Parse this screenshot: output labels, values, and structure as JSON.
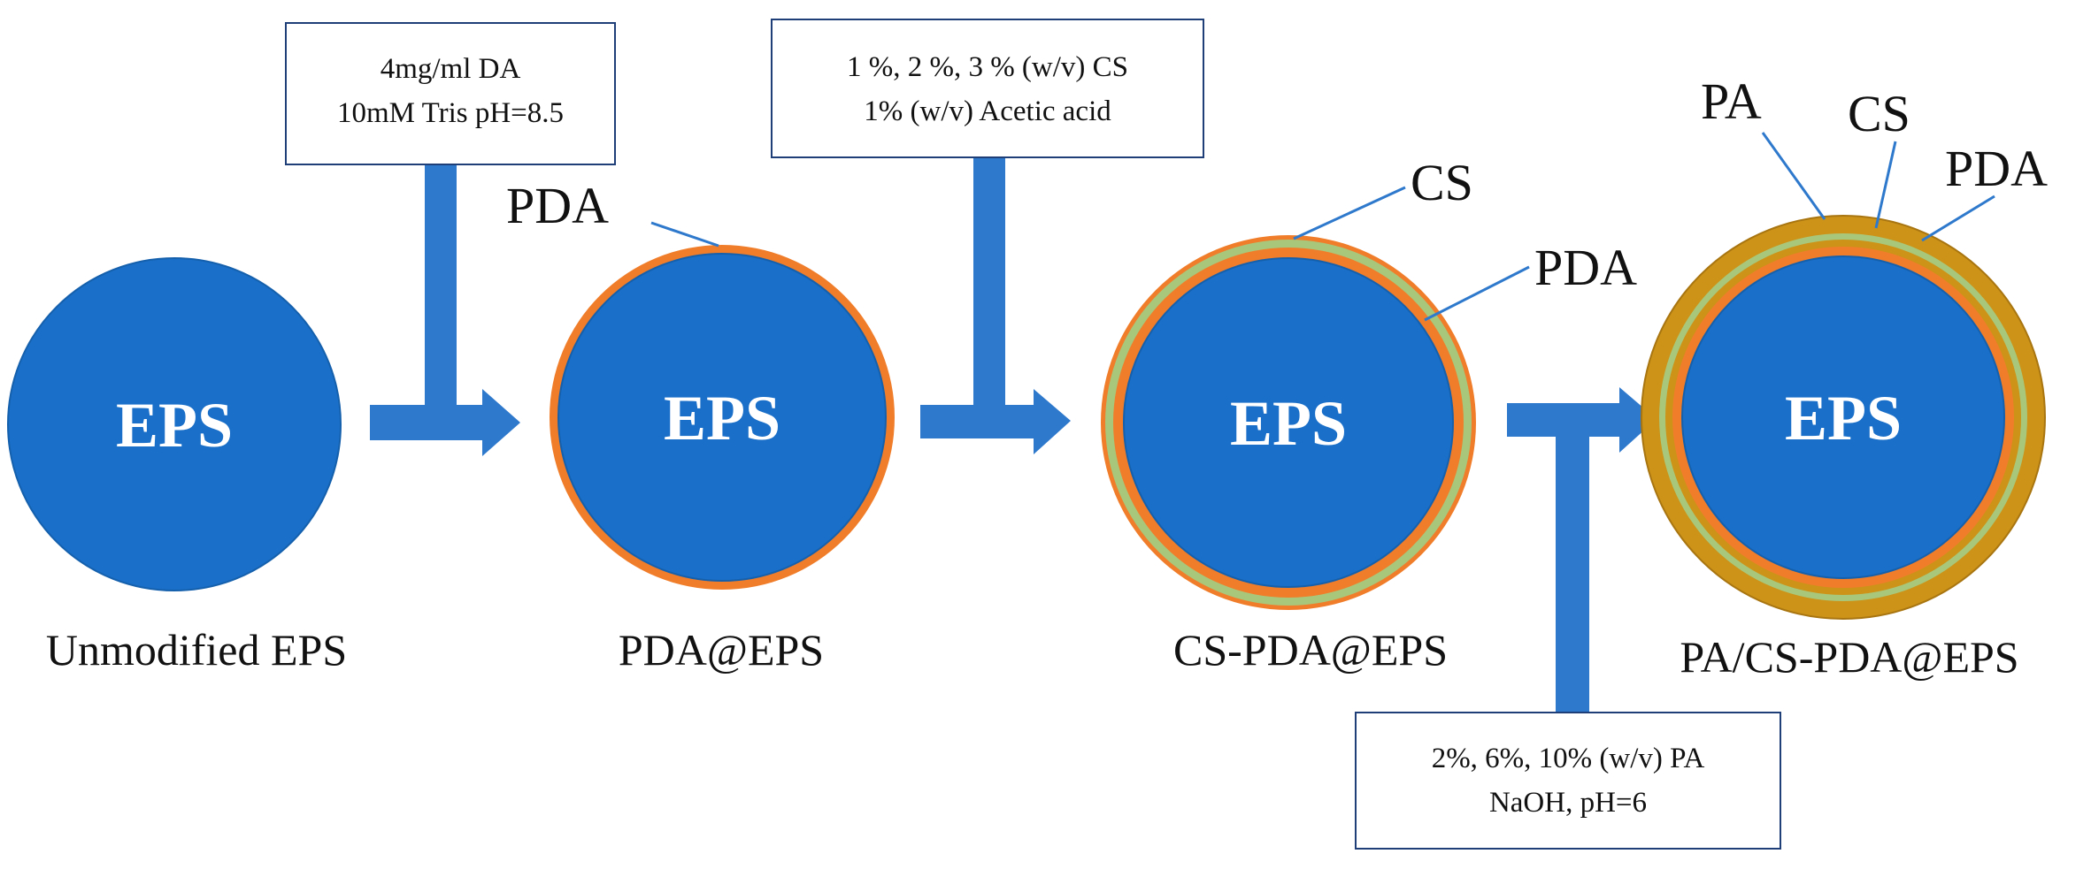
{
  "colors": {
    "core": "#1a6fc8",
    "core_stroke": "#1560ad",
    "pda": "#f07d2a",
    "cs": "#a9c77a",
    "pa": "#cc9318",
    "arrow": "#2f79cc",
    "box_border": "#1f3f78"
  },
  "stages": [
    {
      "core_label": "EPS",
      "caption": "Unmodified EPS"
    },
    {
      "core_label": "EPS",
      "caption": "PDA@EPS"
    },
    {
      "core_label": "EPS",
      "caption": "CS-PDA@EPS"
    },
    {
      "core_label": "EPS",
      "caption": "PA/CS-PDA@EPS"
    }
  ],
  "conditions": [
    {
      "line1": "4mg/ml DA",
      "line2": "10mM Tris pH=8.5"
    },
    {
      "line1": "1 %, 2 %,  3 % (w/v) CS",
      "line2": "1% (w/v) Acetic acid"
    },
    {
      "line1": "2%,  6%, 10% (w/v) PA",
      "line2": "NaOH, pH=6"
    }
  ],
  "layer_labels": {
    "stage2_pda": "PDA",
    "stage3_cs": "CS",
    "stage3_pda": "PDA",
    "stage4_pa": "PA",
    "stage4_cs": "CS",
    "stage4_pda": "PDA"
  }
}
